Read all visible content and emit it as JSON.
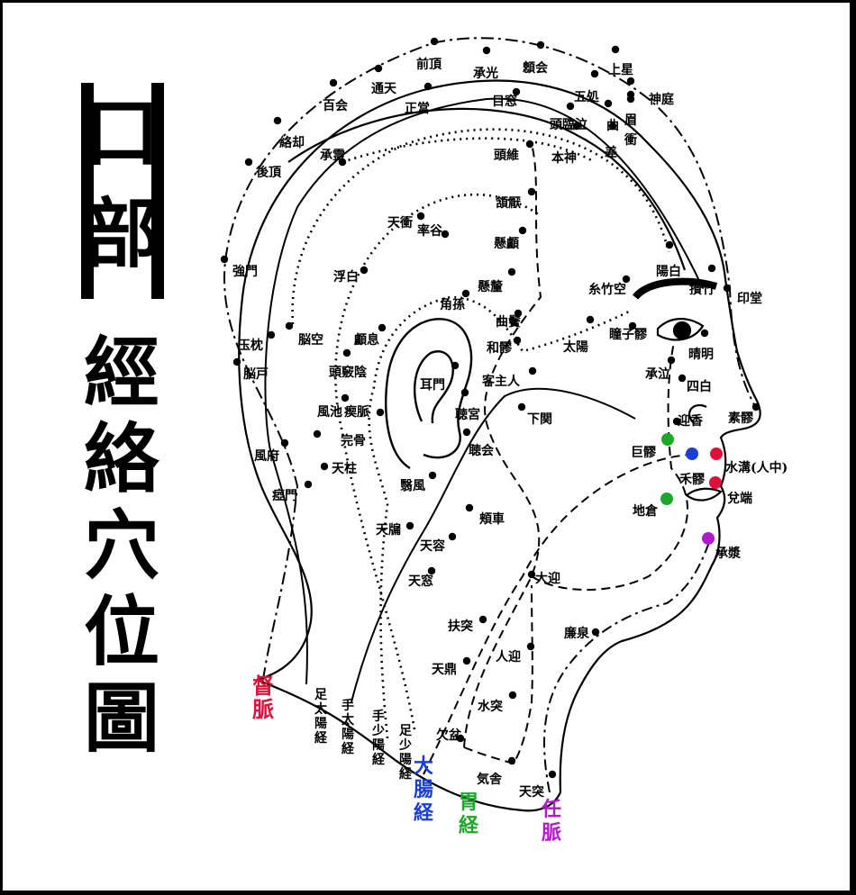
{
  "title": {
    "boxed": "口部",
    "chars": [
      "口",
      "部"
    ],
    "rest": [
      "經",
      "絡",
      "穴",
      "位",
      "圖"
    ]
  },
  "colors": {
    "governor": "#e0103a",
    "large_intestine": "#1a3fd6",
    "stomach": "#1ea82a",
    "conception": "#b318cc"
  },
  "meridian_labels": [
    {
      "id": "governor",
      "text": "督脈",
      "color": "#e0103a"
    },
    {
      "id": "bladder",
      "text": "足太陽経",
      "color": "#000000"
    },
    {
      "id": "small-intestine",
      "text": "手太陽経",
      "color": "#000000"
    },
    {
      "id": "triple-burner",
      "text": "手少陽経",
      "color": "#000000"
    },
    {
      "id": "gallbladder",
      "text": "足少陽経",
      "color": "#000000"
    },
    {
      "id": "large-intestine",
      "text": "大腸経",
      "color": "#1a3fd6"
    },
    {
      "id": "stomach",
      "text": "胃経",
      "color": "#1ea82a"
    },
    {
      "id": "conception",
      "text": "任脈",
      "color": "#b318cc"
    }
  ],
  "points": [
    {
      "name": "前頂"
    },
    {
      "name": "承光"
    },
    {
      "name": "顖会"
    },
    {
      "name": "上星"
    },
    {
      "name": "通天"
    },
    {
      "name": "五処"
    },
    {
      "name": "神庭"
    },
    {
      "name": "百会"
    },
    {
      "name": "正営"
    },
    {
      "name": "目窓"
    },
    {
      "name": "頭臨泣"
    },
    {
      "name": "曲"
    },
    {
      "name": "眉"
    },
    {
      "name": "衝"
    },
    {
      "name": "差"
    },
    {
      "name": "絡却"
    },
    {
      "name": "承霊"
    },
    {
      "name": "頭維"
    },
    {
      "name": "本神"
    },
    {
      "name": "後頂"
    },
    {
      "name": "頷厭"
    },
    {
      "name": "天衝"
    },
    {
      "name": "率谷"
    },
    {
      "name": "懸顱"
    },
    {
      "name": "陽白"
    },
    {
      "name": "強門"
    },
    {
      "name": "浮白"
    },
    {
      "name": "懸釐"
    },
    {
      "name": "糸竹空"
    },
    {
      "name": "攅竹"
    },
    {
      "name": "印堂"
    },
    {
      "name": "角孫"
    },
    {
      "name": "曲鬢"
    },
    {
      "name": "瞳子髎"
    },
    {
      "name": "玉枕"
    },
    {
      "name": "脳空"
    },
    {
      "name": "顱息"
    },
    {
      "name": "和髎"
    },
    {
      "name": "太陽"
    },
    {
      "name": "晴明"
    },
    {
      "name": "脳戸"
    },
    {
      "name": "頭竅陰"
    },
    {
      "name": "耳門"
    },
    {
      "name": "客主人"
    },
    {
      "name": "承泣"
    },
    {
      "name": "四白"
    },
    {
      "name": "風池"
    },
    {
      "name": "瘈脈"
    },
    {
      "name": "聴宮"
    },
    {
      "name": "下関"
    },
    {
      "name": "迎香"
    },
    {
      "name": "素髎"
    },
    {
      "name": "完骨"
    },
    {
      "name": "聴会"
    },
    {
      "name": "巨髎"
    },
    {
      "name": "風府"
    },
    {
      "name": "天柱"
    },
    {
      "name": "禾髎"
    },
    {
      "name": "水溝(人中)"
    },
    {
      "name": "瘂門"
    },
    {
      "name": "翳風"
    },
    {
      "name": "兌端"
    },
    {
      "name": "地倉"
    },
    {
      "name": "頬車"
    },
    {
      "name": "天牖"
    },
    {
      "name": "天容"
    },
    {
      "name": "承漿"
    },
    {
      "name": "天窓"
    },
    {
      "name": "大迎"
    },
    {
      "name": "扶突"
    },
    {
      "name": "廉泉"
    },
    {
      "name": "人迎"
    },
    {
      "name": "天鼎"
    },
    {
      "name": "水突"
    },
    {
      "name": "欠盆"
    },
    {
      "name": "気舎"
    },
    {
      "name": "天突"
    }
  ]
}
